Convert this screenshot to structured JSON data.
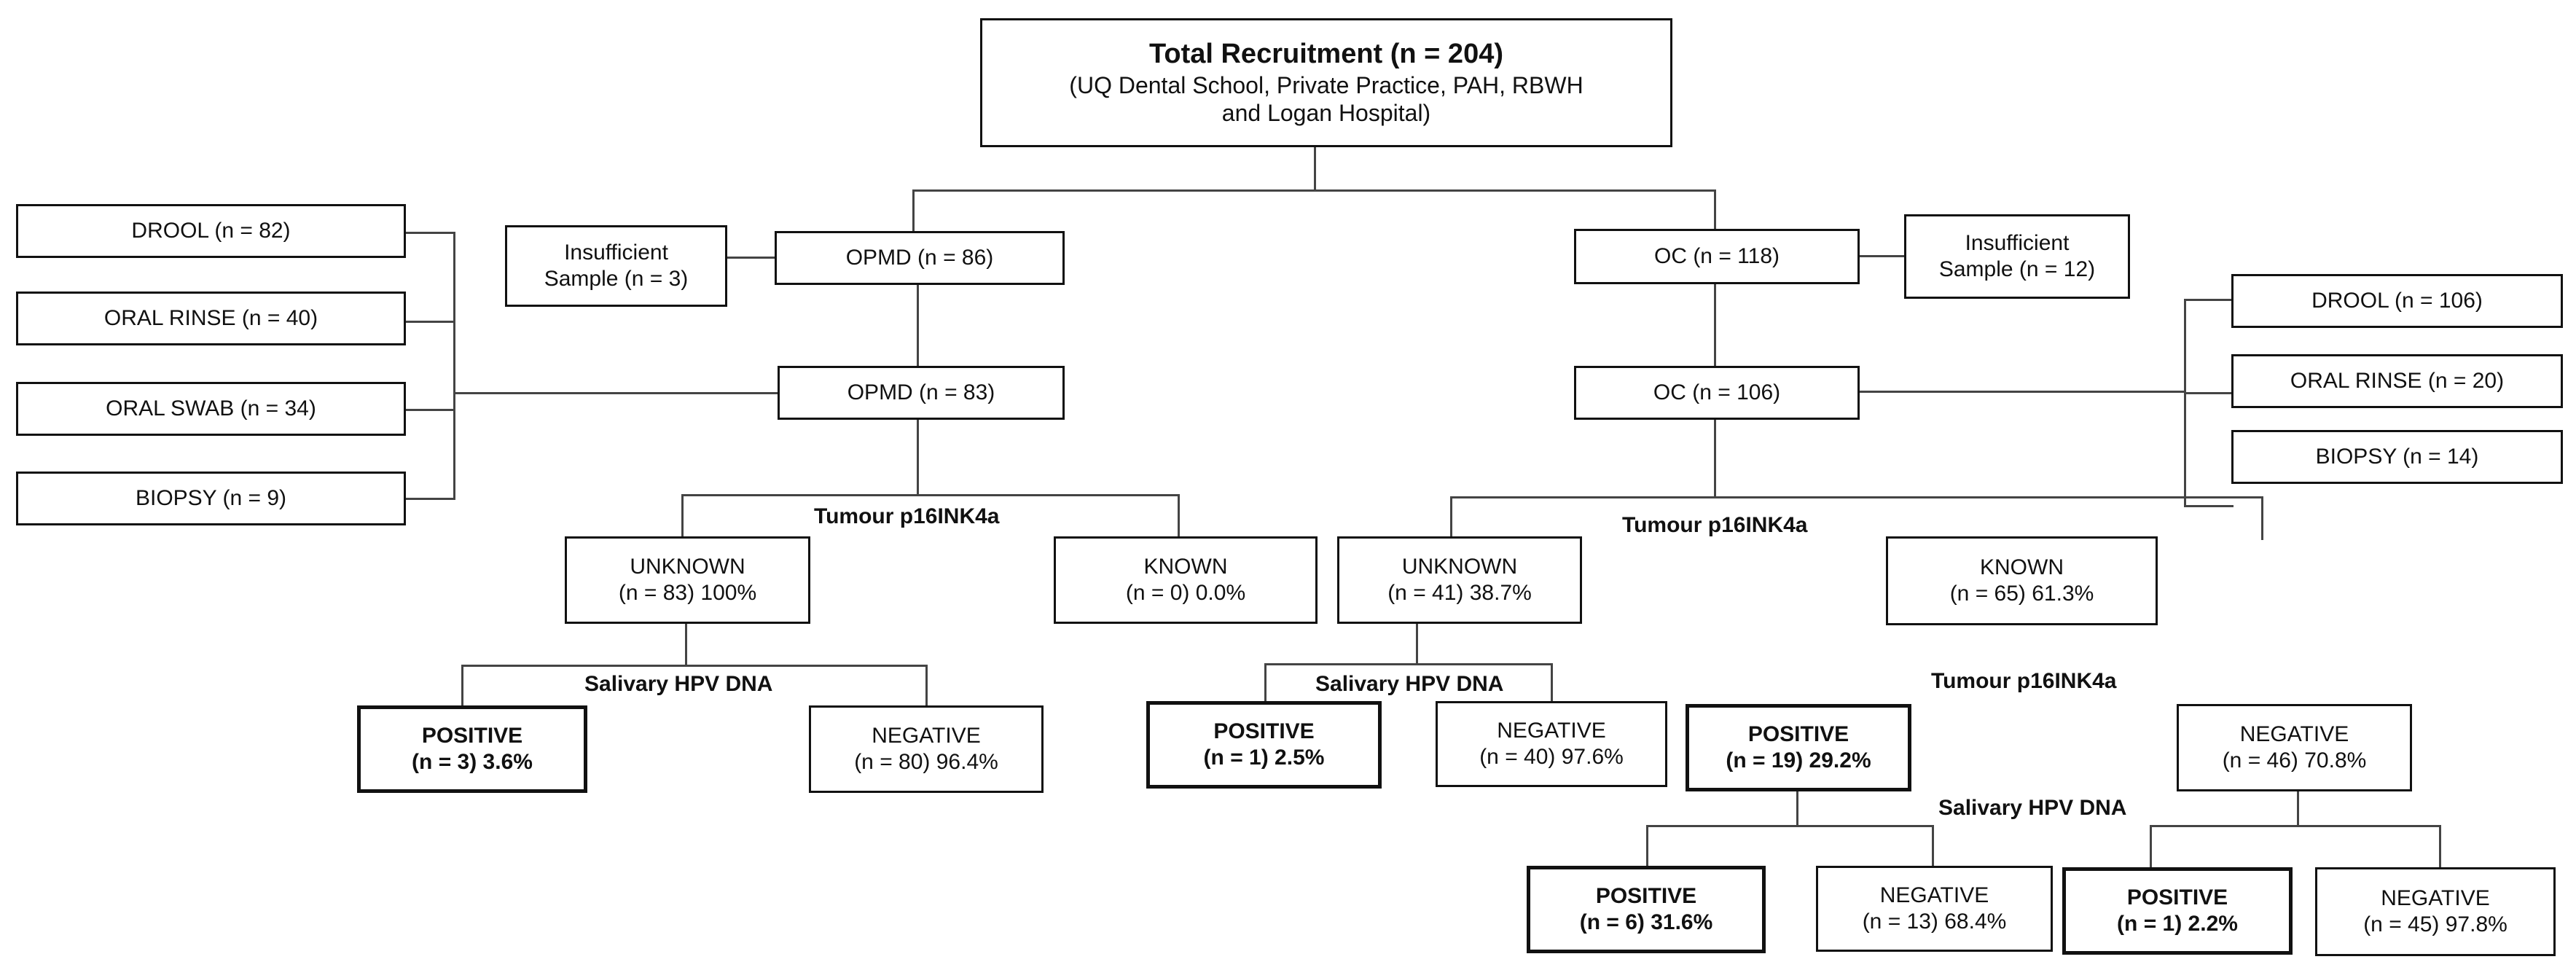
{
  "total": {
    "title": "Total Recruitment (n = 204)",
    "line2": "(UQ Dental School, Private Practice, PAH, RBWH",
    "line3": "and Logan Hospital)"
  },
  "left_samples": [
    "DROOL (n = 82)",
    "ORAL RINSE (n = 40)",
    "ORAL SWAB (n = 34)",
    "BIOPSY (n = 9)"
  ],
  "right_samples": [
    "DROOL (n = 106)",
    "ORAL RINSE (n = 20)",
    "BIOPSY (n = 14)"
  ],
  "opmd": {
    "top": "OPMD (n = 86)",
    "insufficient": [
      "Insufficient",
      "Sample (n = 3)"
    ],
    "second": "OPMD (n = 83)",
    "tumour_label": "Tumour p16INK4a",
    "unknown": [
      "UNKNOWN",
      "(n = 83) 100%"
    ],
    "known": [
      "KNOWN",
      "(n = 0) 0.0%"
    ],
    "salivary_label": "Salivary HPV DNA",
    "positive": [
      "POSITIVE",
      "(n = 3) 3.6%"
    ],
    "negative": [
      "NEGATIVE",
      "(n = 80) 96.4%"
    ]
  },
  "oc": {
    "top": "OC (n = 118)",
    "insufficient": [
      "Insufficient",
      "Sample (n = 12)"
    ],
    "second": "OC (n = 106)",
    "tumour_label": "Tumour p16INK4a",
    "unknown": [
      "UNKNOWN",
      "(n = 41) 38.7%"
    ],
    "known": [
      "KNOWN",
      "(n = 65) 61.3%"
    ],
    "salivary_label_unknown": "Salivary HPV DNA",
    "unknown_positive": [
      "POSITIVE",
      "(n = 1) 2.5%"
    ],
    "unknown_negative": [
      "NEGATIVE",
      "(n = 40) 97.6%"
    ],
    "known_tumour_label": "Tumour p16INK4a",
    "known_positive": [
      "POSITIVE",
      "(n = 19) 29.2%"
    ],
    "known_negative": [
      "NEGATIVE",
      "(n = 46) 70.8%"
    ],
    "salivary_label_known": "Salivary HPV DNA",
    "kp_positive": [
      "POSITIVE",
      "(n = 6) 31.6%"
    ],
    "kp_negative": [
      "NEGATIVE",
      "(n = 13) 68.4%"
    ],
    "kn_positive": [
      "POSITIVE",
      "(n = 1) 2.2%"
    ],
    "kn_negative": [
      "NEGATIVE",
      "(n = 45) 97.8%"
    ]
  }
}
